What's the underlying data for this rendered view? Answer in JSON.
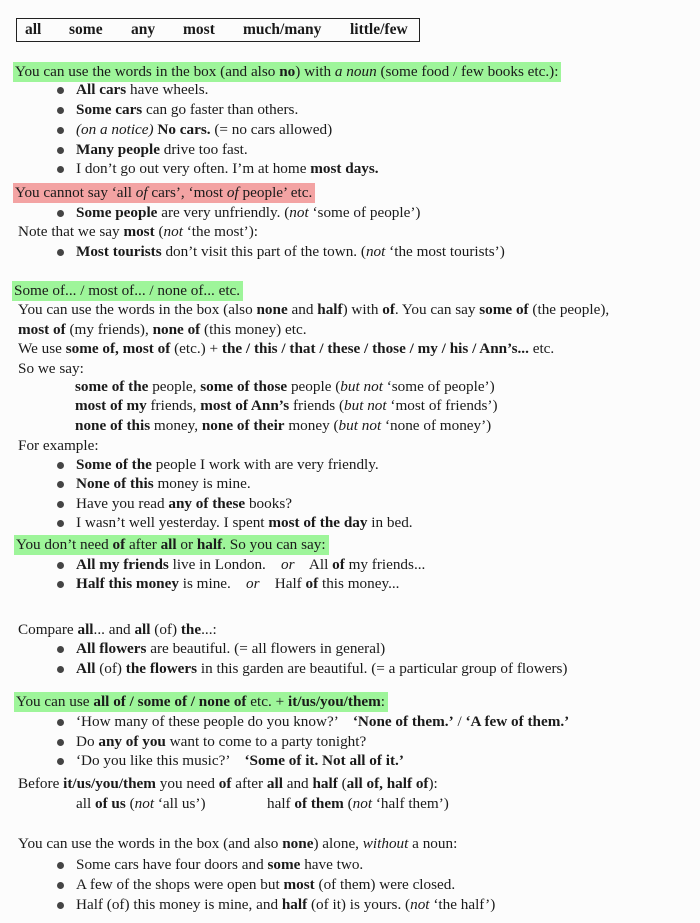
{
  "word_box": [
    "all",
    "some",
    "any",
    "most",
    "much/many",
    "little/few"
  ],
  "colors": {
    "green_highlight": "#9ef59a",
    "red_highlight": "#f3a3a3"
  },
  "lines": [
    {
      "segs": [
        [
          "You can use the words in the box (and also ",
          ""
        ],
        [
          "no",
          "b"
        ],
        [
          ") with ",
          ""
        ],
        [
          "a noun",
          "i"
        ],
        [
          " (some food / few books etc.):",
          ""
        ]
      ]
    },
    {
      "segs": [
        [
          "All cars",
          "b"
        ],
        [
          " have wheels.",
          ""
        ]
      ]
    },
    {
      "segs": [
        [
          "Some cars",
          "b"
        ],
        [
          " can go faster than others.",
          ""
        ]
      ]
    },
    {
      "segs": [
        [
          "(on a notice)",
          "i"
        ],
        [
          " ",
          ""
        ],
        [
          "No cars.",
          "b"
        ],
        [
          " (= no cars allowed)",
          ""
        ]
      ]
    },
    {
      "segs": [
        [
          "Many people",
          "b"
        ],
        [
          " drive too fast.",
          ""
        ]
      ]
    },
    {
      "segs": [
        [
          "I don’t go out very often. I’m at home ",
          ""
        ],
        [
          "most days.",
          "b"
        ]
      ]
    },
    {
      "segs": [
        [
          "You cannot say ‘all ",
          ""
        ],
        [
          "of",
          "i"
        ],
        [
          " cars’, ‘most ",
          ""
        ],
        [
          "of",
          "i"
        ],
        [
          " people’ etc.",
          ""
        ]
      ]
    },
    {
      "segs": [
        [
          "Some people",
          "b"
        ],
        [
          " are very unfriendly. (",
          ""
        ],
        [
          "not",
          "i"
        ],
        [
          " ‘some of people’)",
          ""
        ]
      ]
    },
    {
      "segs": [
        [
          "Note that we say ",
          ""
        ],
        [
          "most",
          "b"
        ],
        [
          " (",
          ""
        ],
        [
          "not",
          "i"
        ],
        [
          " ‘the most’):",
          ""
        ]
      ]
    },
    {
      "segs": [
        [
          "Most tourists",
          "b"
        ],
        [
          " don’t visit this part of the town. (",
          ""
        ],
        [
          "not",
          "i"
        ],
        [
          " ‘the most tourists’)",
          ""
        ]
      ]
    },
    {
      "segs": [
        [
          "Some of... / most of... / none of... etc.",
          ""
        ]
      ]
    },
    {
      "segs": [
        [
          "You can use the words in the box (also ",
          ""
        ],
        [
          "none",
          "b"
        ],
        [
          " and ",
          ""
        ],
        [
          "half",
          "b"
        ],
        [
          ") with ",
          ""
        ],
        [
          "of",
          "b"
        ],
        [
          ". You can say ",
          ""
        ],
        [
          "some of",
          "b"
        ],
        [
          " (the people),",
          ""
        ]
      ]
    },
    {
      "segs": [
        [
          "most of",
          "b"
        ],
        [
          " (my friends), ",
          ""
        ],
        [
          "none of",
          "b"
        ],
        [
          " (this money) etc.",
          ""
        ]
      ]
    },
    {
      "segs": [
        [
          "We use ",
          ""
        ],
        [
          "some of, most of",
          "b"
        ],
        [
          " (etc.) + ",
          ""
        ],
        [
          "the / this / that / these / those / my / his / Ann’s...",
          "b"
        ],
        [
          " etc.",
          ""
        ]
      ]
    },
    {
      "segs": [
        [
          "So we say:",
          ""
        ]
      ]
    },
    {
      "segs": [
        [
          "some of the",
          "b"
        ],
        [
          " people, ",
          ""
        ],
        [
          "some of those",
          "b"
        ],
        [
          " people (",
          ""
        ],
        [
          "but not",
          "i"
        ],
        [
          " ‘some of people’)",
          ""
        ]
      ]
    },
    {
      "segs": [
        [
          "most of my",
          "b"
        ],
        [
          " friends, ",
          ""
        ],
        [
          "most of Ann’s",
          "b"
        ],
        [
          " friends (",
          ""
        ],
        [
          "but not",
          "i"
        ],
        [
          " ‘most of friends’)",
          ""
        ]
      ]
    },
    {
      "segs": [
        [
          "none of this",
          "b"
        ],
        [
          " money, ",
          ""
        ],
        [
          "none of their",
          "b"
        ],
        [
          " money (",
          ""
        ],
        [
          "but not",
          "i"
        ],
        [
          " ‘none of money’)",
          ""
        ]
      ]
    },
    {
      "segs": [
        [
          "For example:",
          ""
        ]
      ]
    },
    {
      "segs": [
        [
          "Some of the",
          "b"
        ],
        [
          " people I work with are very friendly.",
          ""
        ]
      ]
    },
    {
      "segs": [
        [
          "None of this",
          "b"
        ],
        [
          " money is mine.",
          ""
        ]
      ]
    },
    {
      "segs": [
        [
          "Have you read ",
          ""
        ],
        [
          "any of these",
          "b"
        ],
        [
          " books?",
          ""
        ]
      ]
    },
    {
      "segs": [
        [
          "I wasn’t well yesterday. I spent ",
          ""
        ],
        [
          "most of the day",
          "b"
        ],
        [
          " in bed.",
          ""
        ]
      ]
    },
    {
      "segs": [
        [
          "You don’t need ",
          ""
        ],
        [
          "of",
          "b"
        ],
        [
          " after ",
          ""
        ],
        [
          "all",
          "b"
        ],
        [
          " or ",
          ""
        ],
        [
          "half",
          "b"
        ],
        [
          ". So you can say:",
          ""
        ]
      ]
    },
    {
      "segs": [
        [
          "All my friends",
          "b"
        ],
        [
          " live in London.    ",
          ""
        ],
        [
          "or",
          "i"
        ],
        [
          "    All ",
          ""
        ],
        [
          "of",
          "b"
        ],
        [
          " my friends...",
          ""
        ]
      ]
    },
    {
      "segs": [
        [
          "Half this money",
          "b"
        ],
        [
          " is mine.    ",
          ""
        ],
        [
          "or",
          "i"
        ],
        [
          "    Half ",
          ""
        ],
        [
          "of",
          "b"
        ],
        [
          " this money...",
          ""
        ]
      ]
    },
    {
      "segs": [
        [
          "Compare ",
          ""
        ],
        [
          "all",
          "b"
        ],
        [
          "... and ",
          ""
        ],
        [
          "all",
          "b"
        ],
        [
          " (of) ",
          ""
        ],
        [
          "the",
          "b"
        ],
        [
          "...:",
          ""
        ]
      ]
    },
    {
      "segs": [
        [
          "All flowers",
          "b"
        ],
        [
          " are beautiful. (= all flowers in general)",
          ""
        ]
      ]
    },
    {
      "segs": [
        [
          "All",
          "b"
        ],
        [
          " (of) ",
          ""
        ],
        [
          "the flowers",
          "b"
        ],
        [
          " in this garden are beautiful. (= a particular group of flowers)",
          ""
        ]
      ]
    },
    {
      "segs": [
        [
          "You can use ",
          ""
        ],
        [
          "all of / some of / none of",
          "b"
        ],
        [
          " etc. + ",
          ""
        ],
        [
          "it/us/you/them",
          "b"
        ],
        [
          ":",
          ""
        ]
      ]
    },
    {
      "segs": [
        [
          "‘How many of these people do you know?’    ",
          ""
        ],
        [
          "‘None of them.’",
          "b"
        ],
        [
          " / ",
          ""
        ],
        [
          "‘A few of them.’",
          "b"
        ]
      ]
    },
    {
      "segs": [
        [
          "Do ",
          ""
        ],
        [
          "any of you",
          "b"
        ],
        [
          " want to come to a party tonight?",
          ""
        ]
      ]
    },
    {
      "segs": [
        [
          "‘Do you like this music?’    ",
          ""
        ],
        [
          "‘Some of it. Not all of it.’",
          "b"
        ]
      ]
    },
    {
      "segs": [
        [
          "Before ",
          ""
        ],
        [
          "it/us/you/them",
          "b"
        ],
        [
          " you need ",
          ""
        ],
        [
          "of",
          "b"
        ],
        [
          " after ",
          ""
        ],
        [
          "all",
          "b"
        ],
        [
          " and ",
          ""
        ],
        [
          "half",
          "b"
        ],
        [
          " (",
          ""
        ],
        [
          "all of, half of",
          "b"
        ],
        [
          "):",
          ""
        ]
      ]
    },
    {
      "segs": [
        [
          "all ",
          ""
        ],
        [
          "of us",
          "b"
        ],
        [
          " (",
          ""
        ],
        [
          "not",
          "i"
        ],
        [
          " ‘all us’)",
          ""
        ]
      ]
    },
    {
      "segs": [
        [
          "half ",
          ""
        ],
        [
          "of them",
          "b"
        ],
        [
          " (",
          ""
        ],
        [
          "not",
          "i"
        ],
        [
          " ‘half them’)",
          ""
        ]
      ]
    },
    {
      "segs": [
        [
          "You can use the words in the box (and also ",
          ""
        ],
        [
          "none",
          "b"
        ],
        [
          ") alone, ",
          ""
        ],
        [
          "without",
          "i"
        ],
        [
          " a noun:",
          ""
        ]
      ]
    },
    {
      "segs": [
        [
          "Some cars have four doors and ",
          ""
        ],
        [
          "some",
          "b"
        ],
        [
          " have two.",
          ""
        ]
      ]
    },
    {
      "segs": [
        [
          "A few of the shops were open but ",
          ""
        ],
        [
          "most",
          "b"
        ],
        [
          " (of them) were closed.",
          ""
        ]
      ]
    },
    {
      "segs": [
        [
          "Half (of) this money is mine, and ",
          ""
        ],
        [
          "half",
          "b"
        ],
        [
          " (of it) is yours. (",
          ""
        ],
        [
          "not",
          "i"
        ],
        [
          " ‘the half’)",
          ""
        ]
      ]
    }
  ]
}
